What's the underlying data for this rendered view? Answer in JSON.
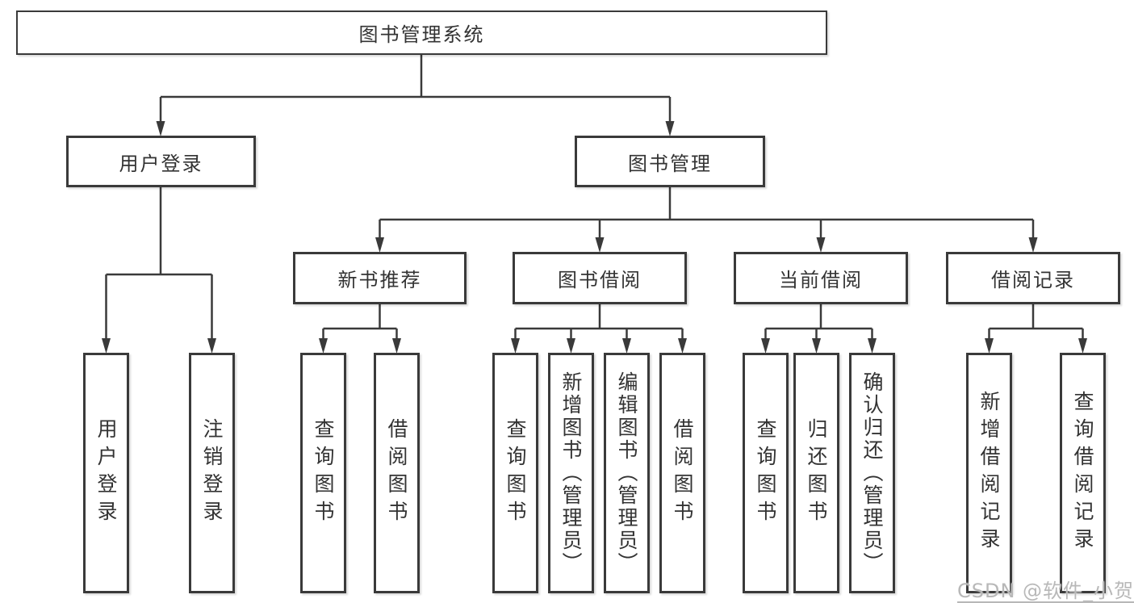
{
  "diagram": {
    "title": "图书管理系统",
    "level2": [
      {
        "label": "用户登录"
      },
      {
        "label": "图书管理"
      }
    ],
    "level3": [
      {
        "label": "新书推荐"
      },
      {
        "label": "图书借阅"
      },
      {
        "label": "当前借阅"
      },
      {
        "label": "借阅记录"
      }
    ],
    "leaves": [
      {
        "label": "用户登录"
      },
      {
        "label": "注销登录"
      },
      {
        "label": "查询图书"
      },
      {
        "label": "借阅图书"
      },
      {
        "label": "查询图书"
      },
      {
        "label": "新增图书（管理员）"
      },
      {
        "label": "编辑图书（管理员）"
      },
      {
        "label": "借阅图书"
      },
      {
        "label": "查询图书"
      },
      {
        "label": "归还图书"
      },
      {
        "label": "确认归还（管理员）"
      },
      {
        "label": "新增借阅记录"
      },
      {
        "label": "查询借阅记录"
      }
    ]
  },
  "colors": {
    "line": "#3a3a3a",
    "text": "#333333",
    "watermark": "#b8b8b8"
  },
  "watermark": {
    "text": "CSDN @软件_小贺同学"
  }
}
